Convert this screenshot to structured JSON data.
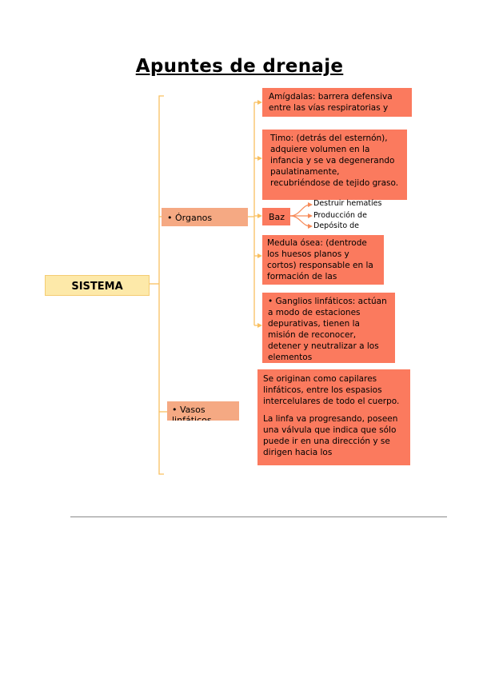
{
  "document": {
    "title": "Apuntes de drenaje"
  },
  "root": {
    "label": "SISTEMA"
  },
  "organos": {
    "label": "• Órganos",
    "amigdalas": "Amígdalas: barrera defensiva entre las vías respiratorias y",
    "timo": "Timo: (detrás del esternón), adquiere volumen en la infancia y se va degenerando paulatinamente, recubriéndose de tejido graso.",
    "baz": {
      "label": "Baz",
      "items": [
        "Destruir hematíes",
        "Producción de",
        "Depósito de"
      ]
    },
    "medula": "Medula ósea: (dentrode los huesos planos y cortos) responsable en la formación de las",
    "ganglios": "• Ganglios linfáticos: actúan a modo de estaciones depurativas, tienen la misión de reconocer, detener y neutralizar a los elementos"
  },
  "vasos": {
    "label": "• Vasos linfáticos",
    "paragraphs": [
      "Se originan como capilares linfáticos, entre los espasios intercelulares de todo el cuerpo.",
      "La linfa va progresando, poseen una válvula que indica que sólo puede ir en una dirección y se dirigen hacia los"
    ]
  },
  "colors": {
    "connector": "#f9c060",
    "leaf": "#fb7a5e",
    "node": "#f5a983",
    "root": "#fde9a9",
    "rule": "#8a8a8a"
  }
}
